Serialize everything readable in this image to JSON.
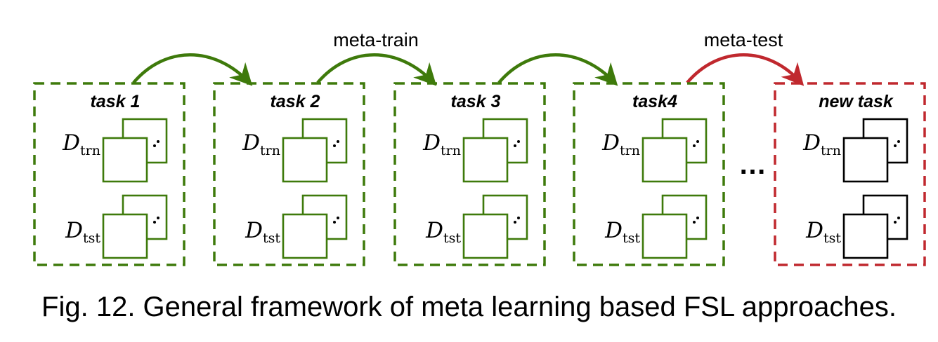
{
  "colors": {
    "train": "#3e7a0b",
    "test": "#c0282e",
    "new_task_sets": "#000000"
  },
  "phases": {
    "meta_train": "meta-train",
    "meta_test": "meta-test"
  },
  "tasks": [
    {
      "title": "task 1",
      "trn_main": "D",
      "trn_sub": "trn",
      "tst_main": "D",
      "tst_sub": "tst"
    },
    {
      "title": "task 2",
      "trn_main": "D",
      "trn_sub": "trn",
      "tst_main": "D",
      "tst_sub": "tst"
    },
    {
      "title": "task 3",
      "trn_main": "D",
      "trn_sub": "trn",
      "tst_main": "D",
      "tst_sub": "tst"
    },
    {
      "title": "task4",
      "trn_main": "D",
      "trn_sub": "trn",
      "tst_main": "D",
      "tst_sub": "tst"
    },
    {
      "title": "new task",
      "trn_main": "D",
      "trn_sub": "trn",
      "tst_main": "D",
      "tst_sub": "tst"
    }
  ],
  "ellipsis": "…",
  "caption": "Fig. 12. General framework of meta learning based FSL approaches."
}
